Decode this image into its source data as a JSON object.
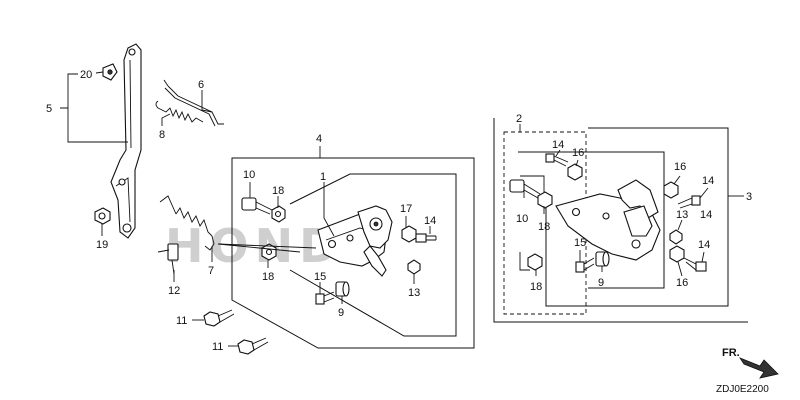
{
  "diagram": {
    "watermark": "HONDA",
    "diagram_code": "ZDJ0E2200",
    "direction_marker": "FR.",
    "callouts": {
      "c1": "1",
      "c2": "2",
      "c3": "3",
      "c4": "4",
      "c5": "5",
      "c6": "6",
      "c7": "7",
      "c8": "8",
      "c9a": "9",
      "c9b": "9",
      "c10a": "10",
      "c10b": "10",
      "c11a": "11",
      "c11b": "11",
      "c12": "12",
      "c13a": "13",
      "c13b": "13",
      "c14a": "14",
      "c14b": "14",
      "c14c": "14",
      "c14d": "14",
      "c14e": "14",
      "c15a": "15",
      "c15b": "15",
      "c16a": "16",
      "c16b": "16",
      "c16c": "16",
      "c17": "17",
      "c18a": "18",
      "c18b": "18",
      "c18c": "18",
      "c18d": "18",
      "c19": "19",
      "c20": "20"
    }
  }
}
